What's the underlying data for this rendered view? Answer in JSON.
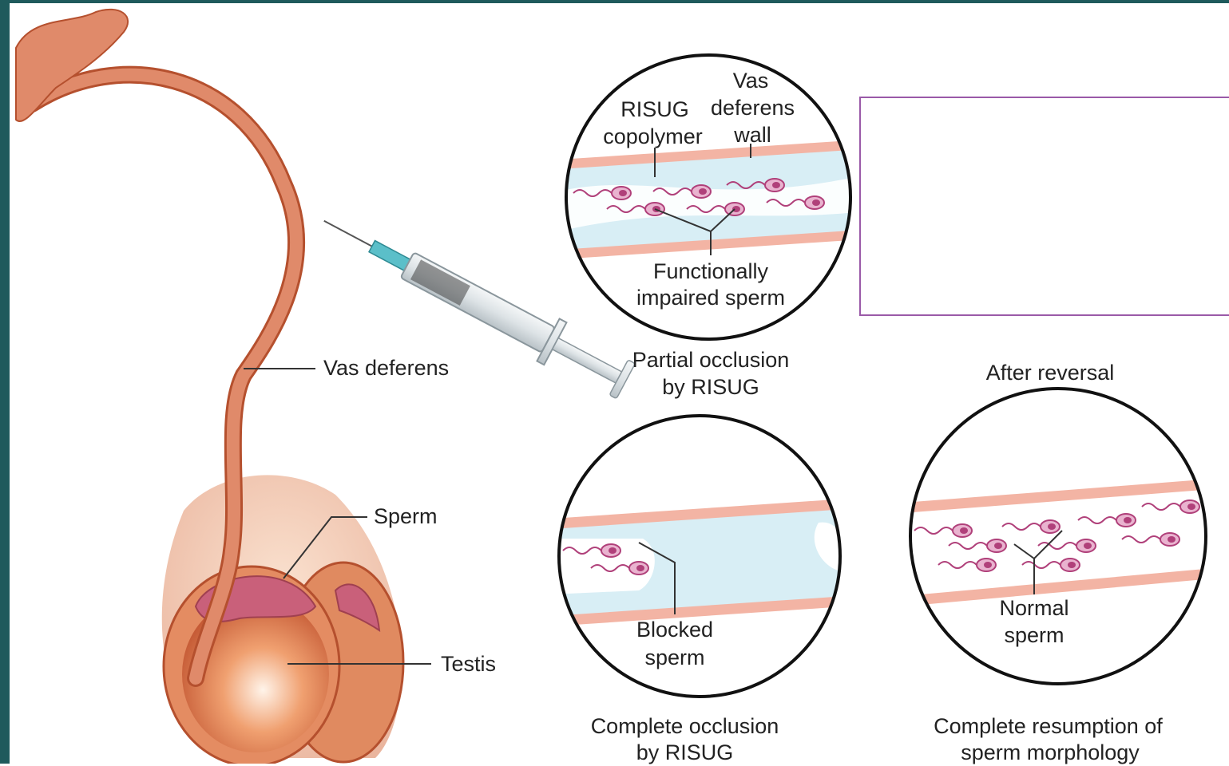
{
  "labels": {
    "vas_top": "Vas",
    "deferens": "deferens",
    "wall": "wall",
    "risug": "RISUG",
    "copolymer": "copolymer",
    "functionally": "Functionally",
    "impaired_sperm": "impaired sperm",
    "partial_1": "Partial occlusion",
    "partial_2": "by RISUG",
    "vas_deferens": "Vas deferens",
    "sperm": "Sperm",
    "testis": "Testis",
    "blocked": "Blocked",
    "blocked_sperm": "sperm",
    "complete_1": "Complete occlusion",
    "complete_2": "by RISUG",
    "after_reversal": "After reversal",
    "normal": "Normal",
    "normal_sperm": "sperm",
    "resumption_1": "Complete resumption of",
    "resumption_2": "sperm morphology"
  },
  "colors": {
    "frame": "#1f5a5c",
    "vas": "#d9735a",
    "tissue": "#e8956e",
    "fluid": "#d8eef5",
    "sperm": "#b0407a",
    "callout_border": "#9a5aa8"
  }
}
